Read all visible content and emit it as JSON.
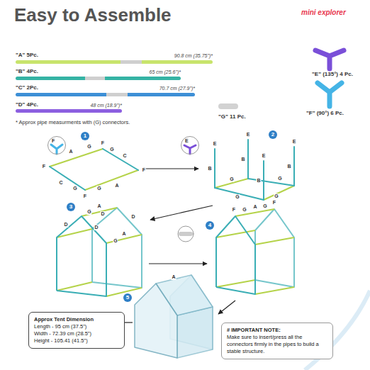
{
  "diagram": {
    "title": "Easy to Assemble",
    "nodes": [
      {
        "text": [
          "1"
        ]
      },
      {
        "text": [
          "2"
        ]
      },
      {
        "text": [
          "3"
        ]
      },
      {
        "text": [
          "4"
        ]
      },
      {
        "text": [
          "5"
        ]
      },
      {
        "text": [
          "F"
        ]
      },
      {
        "text": [
          "E"
        ]
      },
      {
        "text": [
          "Approx Tent Dimension",
          "Length - 95 cm (37.5\")",
          "Width - 72.39 cm (28.5\")",
          "Height - 105.41 (41.5\")"
        ]
      },
      {
        "text": [
          "# IMPORTANT NOTE:",
          "Make sure to insert/press all the connectors firmly in the pipes to build a stable structure."
        ]
      }
    ],
    "labels": [
      "mini explorer",
      "\"A\" 5Pc.",
      "90.8 cm (35.75\")*",
      "\"B\" 4Pc.",
      "65 cm (25.6\")*",
      "\"C\" 2Pc.",
      "70.7 cm (27.9\")*",
      "\"D\" 4Pc.",
      "48 cm (18.9\")*",
      "* Approx pipe measurments with (G) connectors.",
      "\"E\" (135°) 4 Pc.",
      "\"F\" (90°) 6 Pc.",
      "\"G\" 11 Pc.",
      "F",
      "C",
      "G",
      "A",
      "G",
      "F",
      "C",
      "G",
      "A",
      "F",
      "G",
      "F",
      "E",
      "E",
      "E",
      "E",
      "B",
      "B",
      "B",
      "B",
      "G",
      "G",
      "G",
      "G",
      "D",
      "D",
      "D",
      "D",
      "A",
      "G",
      "A",
      "G",
      "F",
      "A",
      "G",
      "F",
      "G",
      "A"
    ]
  }
}
